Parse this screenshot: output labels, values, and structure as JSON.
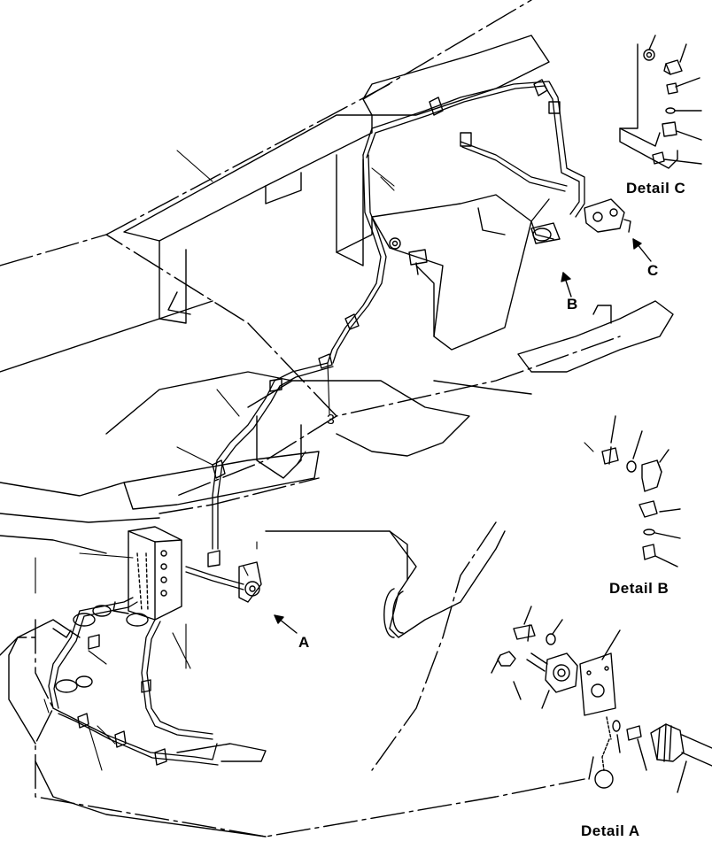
{
  "labels": {
    "detail_a": "Detail  A",
    "detail_b": "Detail  B",
    "detail_c": "Detail  C",
    "arrow_a": "A",
    "arrow_b": "B",
    "arrow_c": "C",
    "number_3": "3"
  },
  "colors": {
    "ink": "#000000",
    "paper": "#ffffff"
  }
}
